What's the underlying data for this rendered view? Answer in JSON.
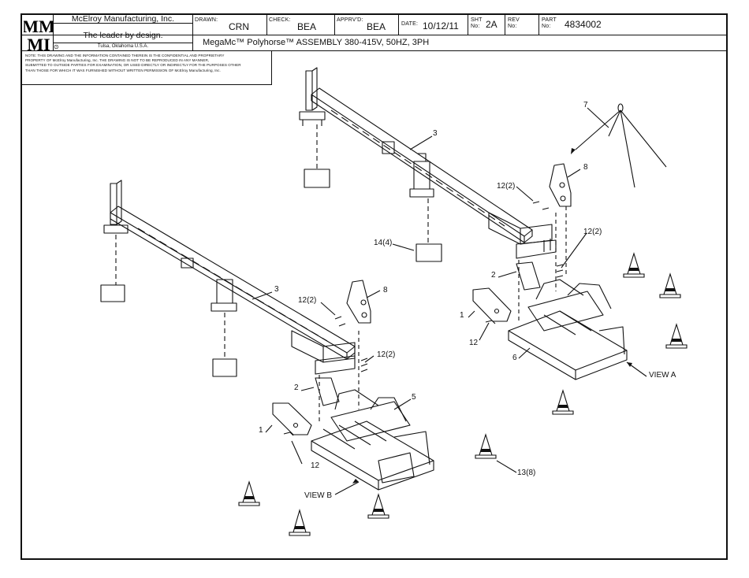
{
  "title_block": {
    "logo_text_top": "MM",
    "logo_text_bottom": "MI",
    "company": "McElroy Manufacturing, Inc.",
    "tagline": "The leader by design.",
    "location": "Tulsa, Oklahoma U.S.A.",
    "drawn_label": "DRAWN:",
    "drawn_value": "CRN",
    "check_label": "CHECK:",
    "check_value": "BEA",
    "apprvd_label": "APPRV'D:",
    "apprvd_value": "BEA",
    "date_label": "DATE:",
    "date_value": "10/12/11",
    "sht_label_1": "SHT",
    "sht_label_2": "No:",
    "sht_value": "2A",
    "rev_label_1": "REV",
    "rev_label_2": "No:",
    "rev_value": "",
    "part_label_1": "PART",
    "part_label_2": "No:",
    "part_value": "4834002",
    "description": "MegaMc™ Polyhorse™ ASSEMBLY 380-415V, 50HZ, 3PH"
  },
  "notice_lines": [
    "NOTE: THIS DRAWING AND THE INFORMATION CONTAINED THEREIN IS THE CONFIDENTIAL AND PROPRIETARY",
    "PROPERTY OF McElroy Manufacturing, Inc. THE DRAWING IS NOT TO BE REPRODUCED IN ANY MANNER,",
    "SUBMITTED TO OUTSIDE PARTIES FOR EXAMINATION, OR USED DIRECTLY OR INDIRECTLY FOR THE PURPOSES OTHER",
    "THAN THOSE FOR WHICH IT WAS FURNISHED WITHOUT WRITTEN PERMISSION OF McElroy Manufacturing, Inc."
  ],
  "callouts": {
    "c1_left": "1",
    "c1_right": "1",
    "c2_left": "2",
    "c2_right": "2",
    "c3_left": "3",
    "c3_right": "3",
    "c5": "5",
    "c6": "6",
    "c7": "7",
    "c8_left": "8",
    "c8_right": "8",
    "c12_left_a": "12(2)",
    "c12_left_b": "12(2)",
    "c12_left_c": "12",
    "c12_right_a": "12(2)",
    "c12_right_b": "12(2)",
    "c12_right_c": "12",
    "c13": "13(8)",
    "c14": "14(4)",
    "view_a": "VIEW A",
    "view_b": "VIEW B"
  },
  "colors": {
    "line": "#111111",
    "background": "#ffffff"
  }
}
